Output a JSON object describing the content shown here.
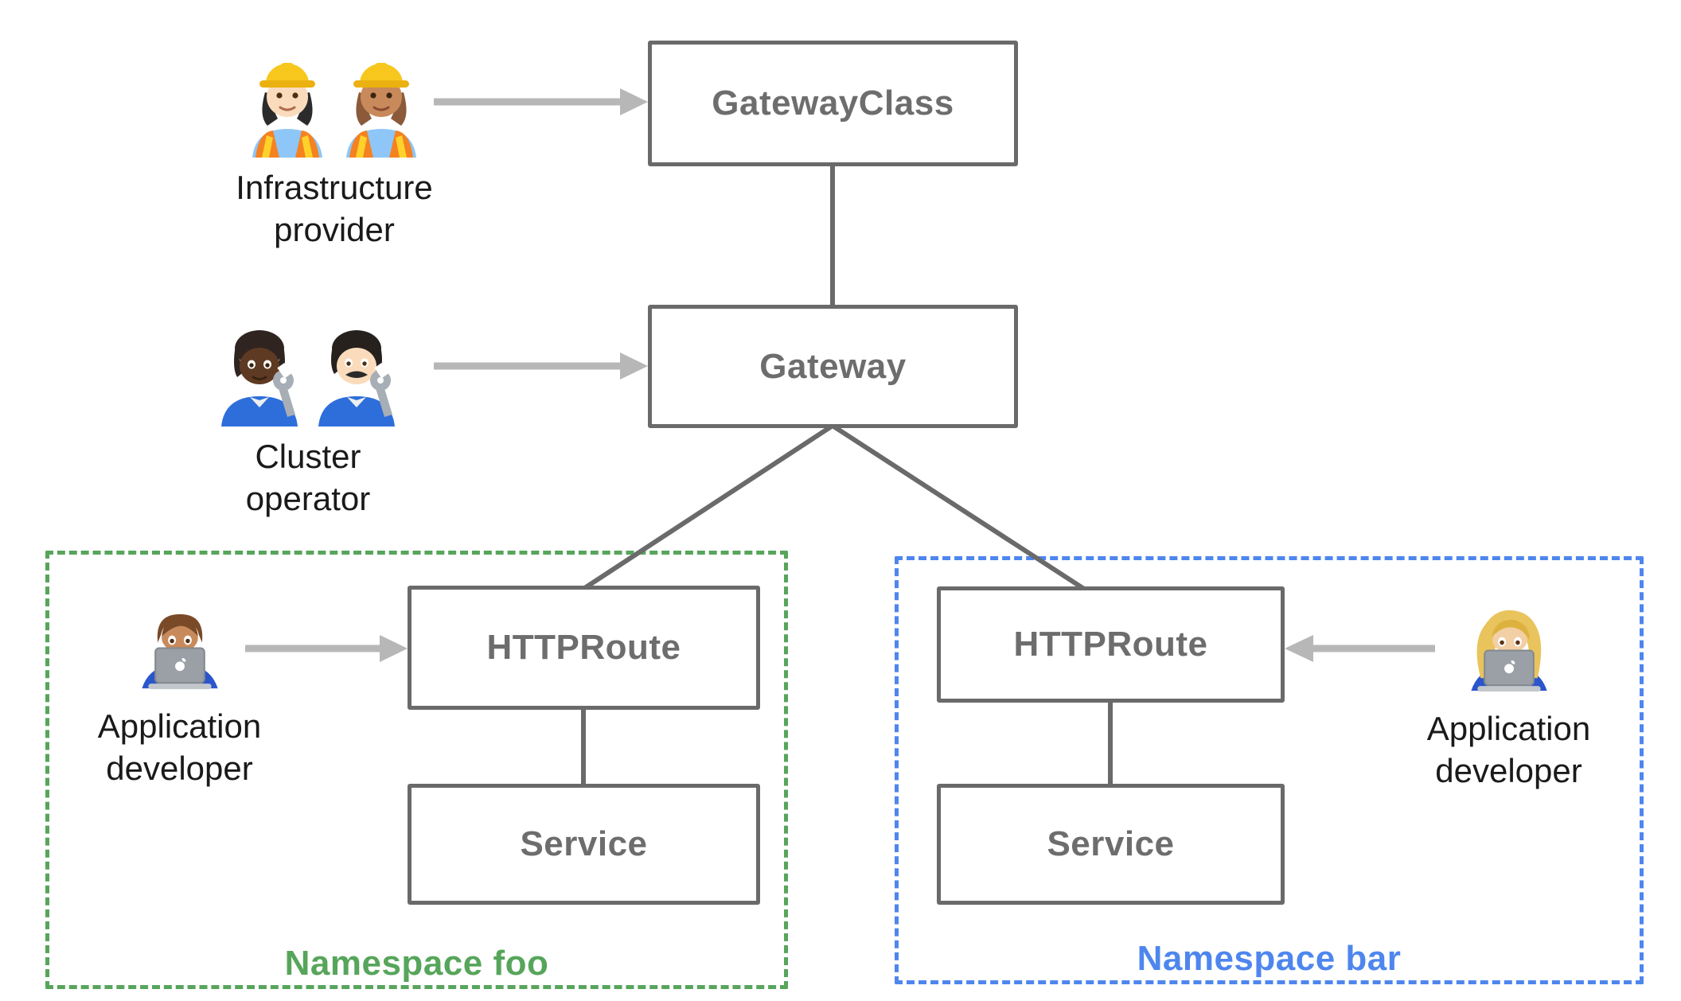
{
  "title": "Gateway API resource model diagram",
  "colors": {
    "box_border": "#6a6a6a",
    "box_text": "#6d6d6d",
    "connector": "#6a6a6a",
    "arrow": "#b7b7b7",
    "label_text": "#1a1a1a",
    "namespace_foo": "#57a55b",
    "namespace_bar": "#4e86ee",
    "background": "#ffffff"
  },
  "nodes": {
    "gateway_class": {
      "label": "GatewayClass"
    },
    "gateway": {
      "label": "Gateway"
    },
    "httproute_foo": {
      "label": "HTTPRoute"
    },
    "service_foo": {
      "label": "Service"
    },
    "httproute_bar": {
      "label": "HTTPRoute"
    },
    "service_bar": {
      "label": "Service"
    }
  },
  "personas": {
    "infrastructure_provider": {
      "label": "Infrastructure provider",
      "icons": [
        "woman-construction-worker-light-skin",
        "woman-construction-worker-medium-skin"
      ]
    },
    "cluster_operator": {
      "label": "Cluster operator",
      "icons": [
        "mechanic-dark-skin",
        "man-mechanic-light-skin"
      ]
    },
    "app_developer_foo": {
      "label": "Application developer",
      "icons": [
        "man-technologist-medium-skin"
      ]
    },
    "app_developer_bar": {
      "label": "Application developer",
      "icons": [
        "woman-technologist-medium-light-skin"
      ]
    }
  },
  "namespaces": {
    "foo": {
      "label": "Namespace foo"
    },
    "bar": {
      "label": "Namespace bar"
    }
  }
}
